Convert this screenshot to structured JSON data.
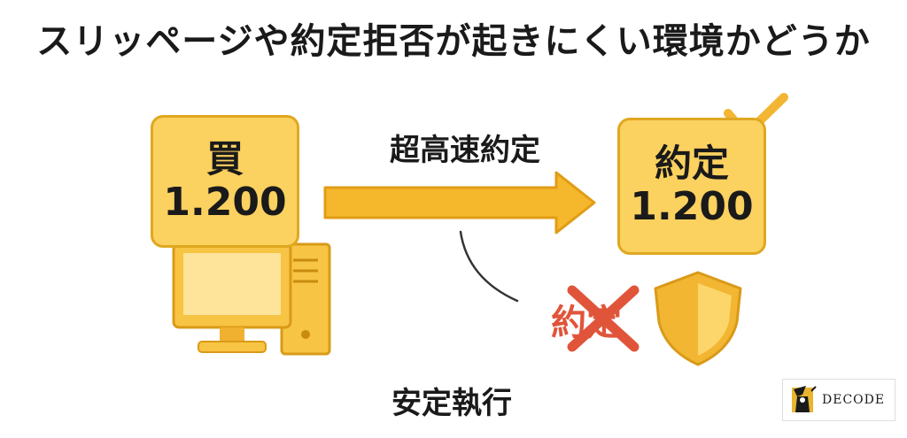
{
  "title": "スリッページや約定拒否が起きにくい環境かどうか",
  "buy_card": {
    "label": "買",
    "price": "1.200"
  },
  "fill_card": {
    "label": "約定",
    "price": "1.200"
  },
  "arrow_label": "超高速約定",
  "rejection_text": "約定",
  "bottom_label": "安定執行",
  "logo": {
    "text": "DECODE"
  },
  "colors": {
    "card_fill": "#fbd15f",
    "card_border": "#e0a820",
    "arrow": "#f5b72c",
    "cross": "#e0553a",
    "rejection_text": "#e0553a",
    "check": "#f2b632",
    "shield_outer": "#f2b632",
    "shield_inner": "#fcd66b",
    "monitor": "#f7c444"
  },
  "icons": [
    "computer-icon",
    "check-icon",
    "cross-icon",
    "shield-icon"
  ]
}
